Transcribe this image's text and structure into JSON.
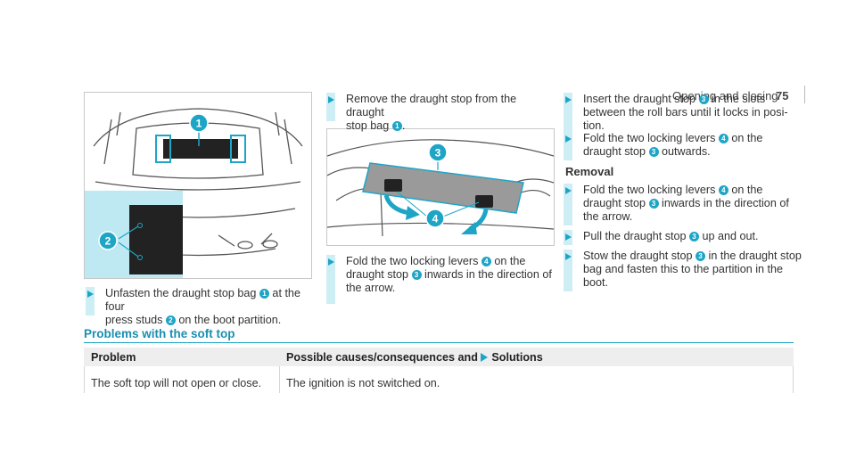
{
  "header": {
    "section": "Opening and closing",
    "page": "75"
  },
  "figure_labels": {
    "one": "1",
    "two": "2",
    "three": "3",
    "four": "4"
  },
  "steps": {
    "s1": {
      "p1": "Unfasten the draught stop bag ",
      "m1": "1",
      "p2": " at the four",
      "p3": "press studs ",
      "m2": "2",
      "p4": " on the boot partition."
    },
    "s2": {
      "p1": "Remove the draught stop from the draught",
      "p2": "stop bag ",
      "m1": "1",
      "p3": "."
    },
    "s3": {
      "p1": "Fold the two locking levers ",
      "m1": "4",
      "p2": " on the",
      "p3": "draught stop ",
      "m2": "3",
      "p4": " inwards in the direction of",
      "p5": "the arrow."
    },
    "s4": {
      "p1": "Insert the draught stop ",
      "m1": "3",
      "p2": " in the slots",
      "p3": "between the roll bars until it locks in posi-",
      "p4": "tion."
    },
    "s5": {
      "p1": "Fold the two locking levers ",
      "m1": "4",
      "p2": " on the",
      "p3": "draught stop ",
      "m2": "3",
      "p4": " outwards."
    },
    "removal": "Removal",
    "s6": {
      "p1": "Fold the two locking levers ",
      "m1": "4",
      "p2": " on the",
      "p3": "draught stop ",
      "m2": "3",
      "p4": " inwards in the direction of",
      "p5": "the arrow."
    },
    "s7": {
      "p1": "Pull the draught stop ",
      "m1": "3",
      "p2": " up and out."
    },
    "s8": {
      "p1": "Stow the draught stop ",
      "m1": "3",
      "p2": " in the draught stop",
      "p3": "bag and fasten this to the partition in the",
      "p4": "boot."
    }
  },
  "problems": {
    "title": "Problems with the soft top",
    "col_problem": "Problem",
    "col_causes_a": "Possible causes/consequences and ",
    "col_causes_b": "Solutions",
    "row1_problem": "The soft top will not open or close.",
    "row1_cause": "The ignition is not switched on."
  },
  "colors": {
    "accent": "#1ea5c6",
    "accent_light": "#cdeef4",
    "table_header": "#eeeeee"
  }
}
